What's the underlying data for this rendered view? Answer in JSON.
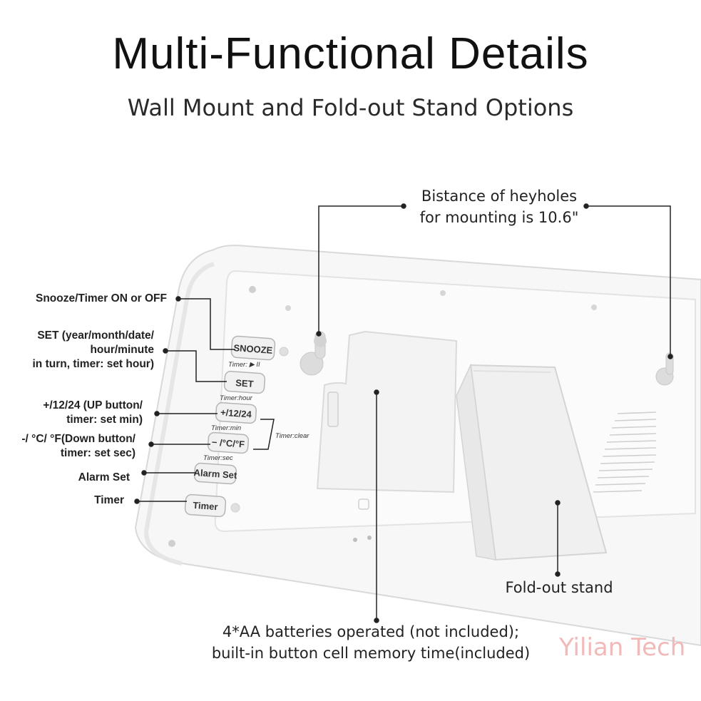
{
  "header": {
    "title": "Multi-Functional Details",
    "subtitle": "Wall Mount and Fold-out Stand Options"
  },
  "callouts": {
    "keyholes_line1": "Bistance of heyholes",
    "keyholes_line2": "for mounting is 10.6\"",
    "stand": "Fold-out stand",
    "battery_line1": "4*AA batteries operated (not included);",
    "battery_line2": "built-in button cell memory time(included)"
  },
  "button_labels": {
    "snooze": "Snooze/Timer ON or OFF",
    "set_line1": "SET (year/month/date/",
    "set_line2": "hour/minute",
    "set_line3": "in turn, timer: set hour)",
    "up_line1": "+/12/24 (UP button/",
    "up_line2": "timer: set min)",
    "down_line1": "-/ °C/ °F(Down button/",
    "down_line2": "timer: set sec)",
    "alarm": "Alarm Set",
    "timer": "Timer"
  },
  "device_buttons": {
    "snooze": "SNOOZE",
    "snooze_sub": "Timer: ▶ II",
    "set": "SET",
    "set_sub": "Timer:hour",
    "up": "+/12/24",
    "up_sub": "Timer:min",
    "down": "− /°C/°F",
    "down_sub": "Timer:sec",
    "alarm": "Alarm Set",
    "timer": "Timer",
    "timer_clear": "Timer:clear"
  },
  "watermark": "Yilian Tech"
}
